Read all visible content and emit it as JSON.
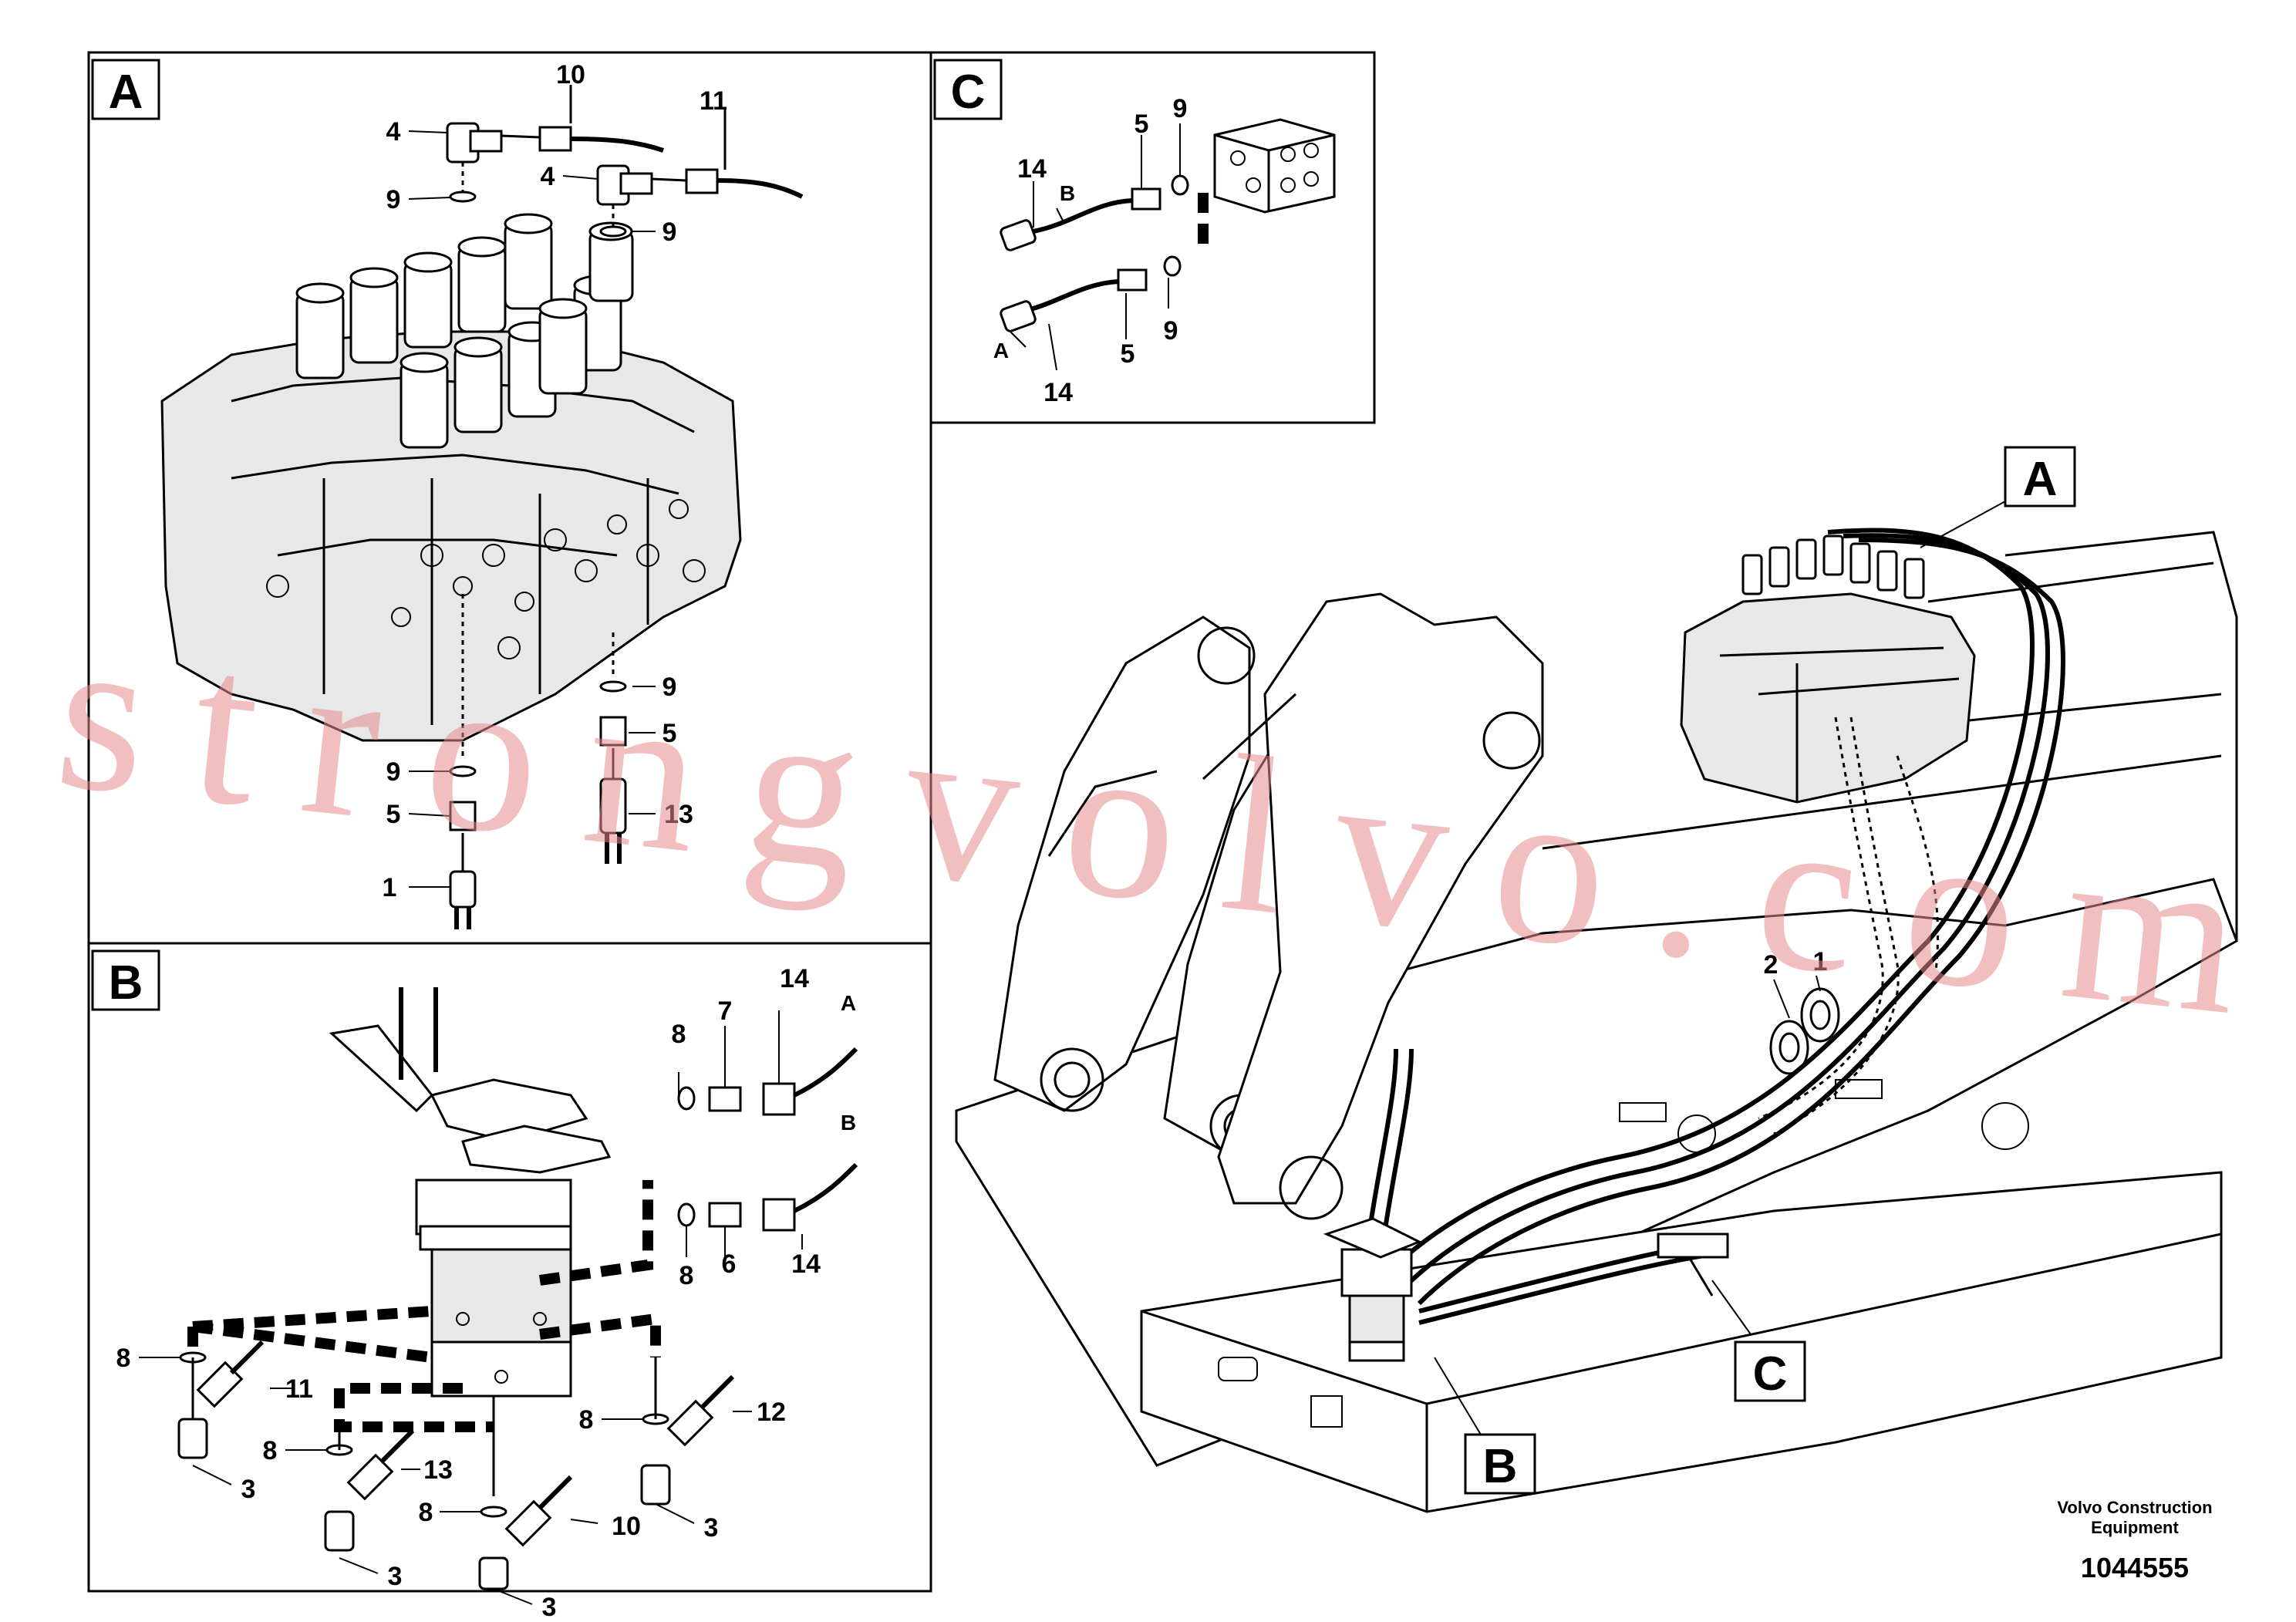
{
  "panels": {
    "A": {
      "letter": "A"
    },
    "B": {
      "letter": "B"
    },
    "C": {
      "letter": "C"
    }
  },
  "main_callouts": {
    "A": "A",
    "B": "B",
    "C": "C"
  },
  "labels": {
    "n1": "1",
    "n2": "2",
    "n3": "3",
    "n4": "4",
    "n5": "5",
    "n6": "6",
    "n7": "7",
    "n8": "8",
    "n9": "9",
    "n10": "10",
    "n11": "11",
    "n12": "12",
    "n13": "13",
    "n14": "14",
    "hose_a": "A",
    "hose_b": "B"
  },
  "footer": {
    "maker_line1": "Volvo Construction",
    "maker_line2": "Equipment",
    "drawing_number": "1044555"
  },
  "watermark": "strongvolvo.com",
  "colors": {
    "line": "#000000",
    "watermark": "#e58a8a",
    "background": "#ffffff"
  }
}
